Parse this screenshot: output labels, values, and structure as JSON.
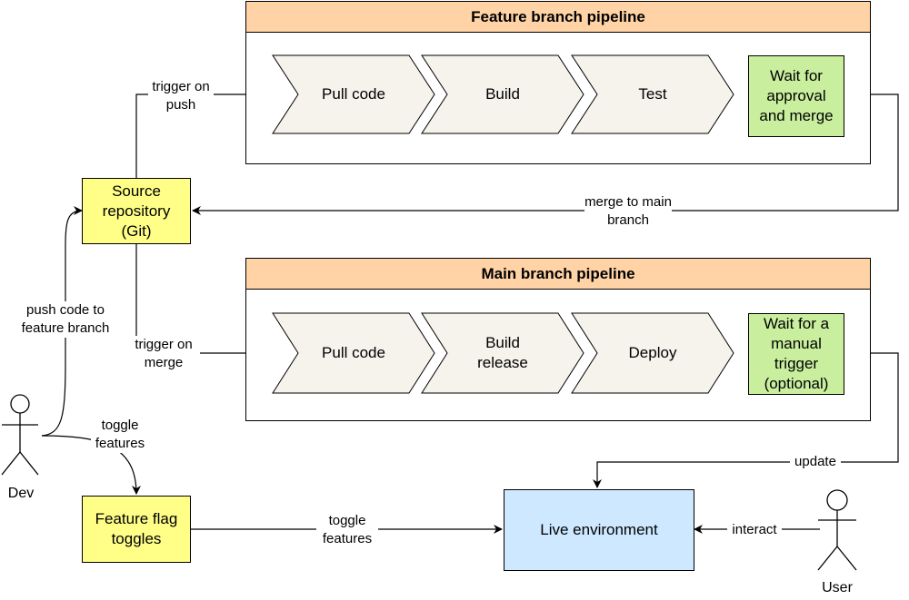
{
  "feature_pipeline": {
    "title": "Feature branch pipeline",
    "steps": [
      "Pull code",
      "Build",
      "Test"
    ],
    "final_step": "Wait for approval and merge"
  },
  "main_pipeline": {
    "title": "Main branch pipeline",
    "steps": [
      "Pull code",
      "Build release",
      "Deploy"
    ],
    "final_step": "Wait for a manual trigger (optional)"
  },
  "nodes": {
    "source_repo": "Source repository (Git)",
    "feature_flags": "Feature flag toggles",
    "live_env": "Live environment",
    "dev": "Dev",
    "user": "User"
  },
  "edges": {
    "trigger_on_push": "trigger on push",
    "merge_to_main": "merge to main branch",
    "push_code": "push code to feature branch",
    "trigger_on_merge": "trigger on merge",
    "toggle_features_dev": "toggle features",
    "toggle_features_flags": "toggle features",
    "update": "update",
    "interact": "interact"
  },
  "colors": {
    "pipeline_header": "#ffd3a6",
    "step_fill": "#f5f3ec",
    "yellow_box": "#ffff88",
    "green_box": "#c9ef9e",
    "blue_box": "#cde8ff"
  }
}
